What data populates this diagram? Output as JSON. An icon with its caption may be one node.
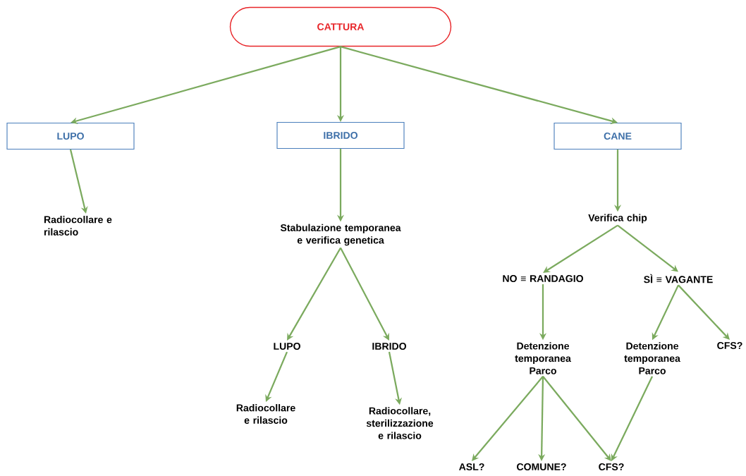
{
  "diagram": {
    "nodes": [
      {
        "text": [
          "CATTURA"
        ]
      },
      {
        "text": [
          "LUPO"
        ]
      },
      {
        "text": [
          "IBRIDO"
        ]
      },
      {
        "text": [
          "CANE"
        ]
      },
      {
        "text": [
          "Radiocollare e rilascio"
        ]
      },
      {
        "text": [
          "Stabulazione temporanea e verifica genetica"
        ]
      },
      {
        "text": [
          "Verifica chip"
        ]
      },
      {
        "text": [
          "LUPO"
        ]
      },
      {
        "text": [
          "IBRIDO"
        ]
      },
      {
        "text": [
          "Radiocollare e rilascio"
        ]
      },
      {
        "text": [
          "Radiocollare, sterilizzazione e rilascio"
        ]
      },
      {
        "text": [
          "NO ≡ RANDAGIO"
        ]
      },
      {
        "text": [
          "SÌ ≡ VAGANTE"
        ]
      },
      {
        "text": [
          "Detenzione temporanea Parco"
        ]
      },
      {
        "text": [
          "Detenzione temporanea Parco"
        ]
      },
      {
        "text": [
          "CFS?"
        ]
      },
      {
        "text": [
          "ASL?"
        ]
      },
      {
        "text": [
          "COMUNE?"
        ]
      },
      {
        "text": [
          "CFS?"
        ]
      }
    ],
    "edges": [
      {
        "from": 0,
        "to": 1,
        "arrow": "to"
      },
      {
        "from": 0,
        "to": 2,
        "arrow": "to"
      },
      {
        "from": 0,
        "to": 3,
        "arrow": "to"
      },
      {
        "from": 1,
        "to": 4,
        "arrow": "to"
      },
      {
        "from": 2,
        "to": 5,
        "arrow": "to"
      },
      {
        "from": 3,
        "to": 6,
        "arrow": "to"
      },
      {
        "from": 5,
        "to": 7,
        "arrow": "to"
      },
      {
        "from": 5,
        "to": 8,
        "arrow": "to"
      },
      {
        "from": 7,
        "to": 9,
        "arrow": "to"
      },
      {
        "from": 8,
        "to": 10,
        "arrow": "to"
      },
      {
        "from": 6,
        "to": 11,
        "arrow": "to"
      },
      {
        "from": 6,
        "to": 12,
        "arrow": "to"
      },
      {
        "from": 11,
        "to": 13,
        "arrow": "to"
      },
      {
        "from": 12,
        "to": 14,
        "arrow": "to"
      },
      {
        "from": 12,
        "to": 15,
        "arrow": "to"
      },
      {
        "from": 13,
        "to": 16,
        "arrow": "to"
      },
      {
        "from": 13,
        "to": 17,
        "arrow": "to"
      },
      {
        "from": 13,
        "to": 18,
        "arrow": "to"
      },
      {
        "from": 14,
        "to": 18,
        "arrow": "to"
      }
    ]
  }
}
